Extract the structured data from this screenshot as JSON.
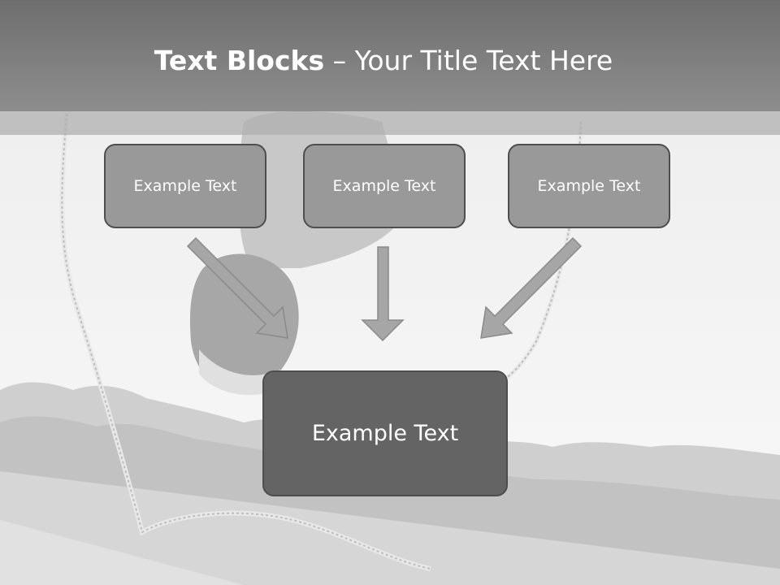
{
  "slide": {
    "title_bold": "Text Blocks",
    "title_rest": " – Your Title Text Here"
  },
  "blocks": {
    "top": [
      "Example Text",
      "Example Text",
      "Example Text"
    ],
    "bottom": "Example Text"
  },
  "colors": {
    "title_bar": "#7d7d7d",
    "small_box_fill": "#999999",
    "large_box_fill": "#646464",
    "box_border": "#4e4e4e",
    "arrow_fill": "#a6a6a6"
  },
  "background": {
    "description_icon": "jump-rope-photo-icon"
  }
}
